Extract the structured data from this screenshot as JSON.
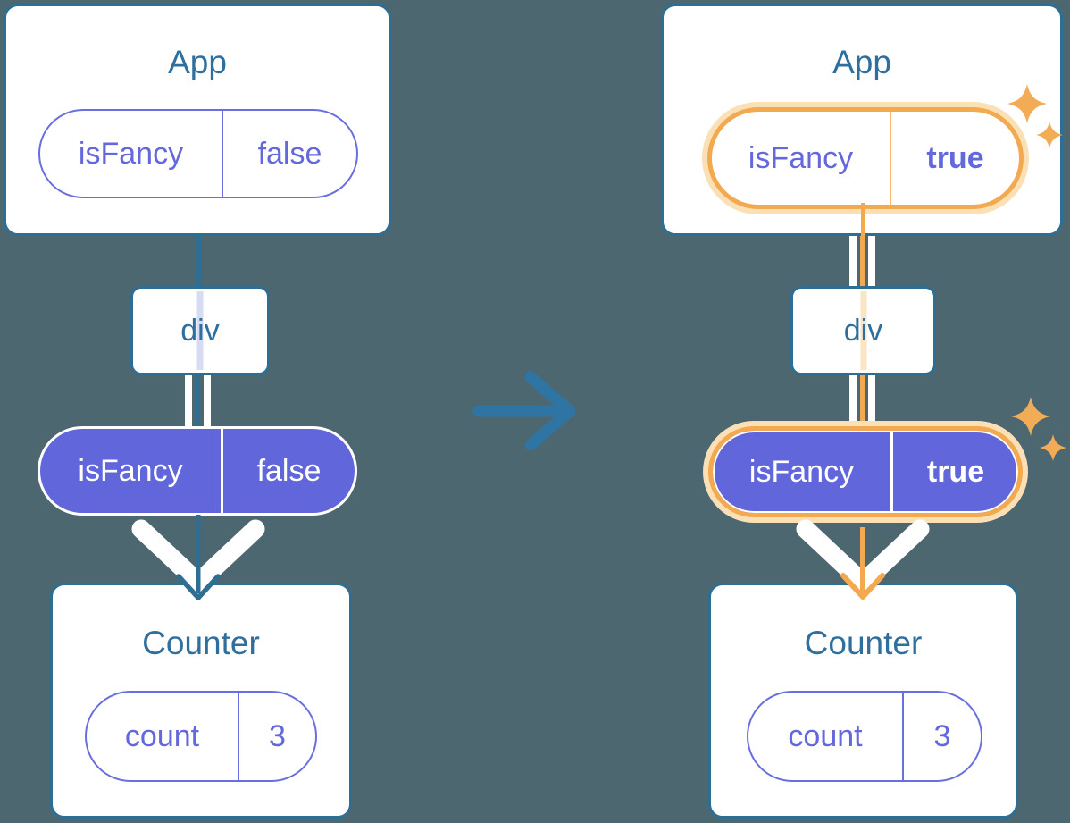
{
  "colors": {
    "background": "#4D6770",
    "card_border": "#2E6E92",
    "title_text": "#2E6F9E",
    "purple_fill": "#6167DB",
    "purple_border": "#6A6FDF",
    "purple_text": "#6468DD",
    "orange": "#F2A950",
    "orange_glow": "#FBE0B6",
    "orange_soft": "#FAE5C5",
    "lavender_soft": "#D7DBF3",
    "arrow_blue": "#2E75A3",
    "sparkle": "#F2AC55",
    "white": "#FFFFFF"
  },
  "before": {
    "app": {
      "title": "App",
      "pill_key": "isFancy",
      "pill_value": "false"
    },
    "container": {
      "label": "div"
    },
    "prop_pill": {
      "key": "isFancy",
      "value": "false"
    },
    "counter": {
      "title": "Counter",
      "pill_key": "count",
      "pill_value": "3"
    }
  },
  "after": {
    "app": {
      "title": "App",
      "pill_key": "isFancy",
      "pill_value": "true"
    },
    "container": {
      "label": "div"
    },
    "prop_pill": {
      "key": "isFancy",
      "value": "true"
    },
    "counter": {
      "title": "Counter",
      "pill_key": "count",
      "pill_value": "3"
    }
  }
}
